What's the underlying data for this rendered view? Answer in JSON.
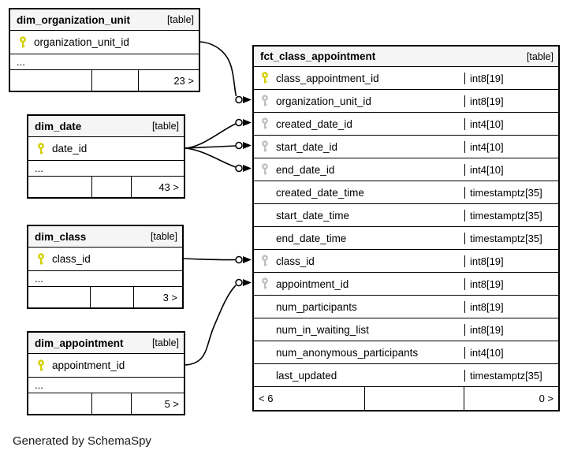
{
  "note": "Generated by SchemaSpy",
  "ellipsis": "...",
  "colors": {
    "background": "#ffffff",
    "table_header_bg": "#f5f5f5",
    "table_border": "#000000",
    "primary_key": "#d4cf00",
    "foreign_key": "#c0c0c0"
  },
  "tables": {
    "dim_organization_unit": {
      "title": "dim_organization_unit",
      "tag": "[table]",
      "pk": "organization_unit_id",
      "more": "...",
      "count": "23 >"
    },
    "dim_date": {
      "title": "dim_date",
      "tag": "[table]",
      "pk": "date_id",
      "more": "...",
      "count": "43 >"
    },
    "dim_class": {
      "title": "dim_class",
      "tag": "[table]",
      "pk": "class_id",
      "more": "...",
      "count": "3 >"
    },
    "dim_appointment": {
      "title": "dim_appointment",
      "tag": "[table]",
      "pk": "appointment_id",
      "more": "...",
      "count": "5 >"
    },
    "fct_class_appointment": {
      "title": "fct_class_appointment",
      "tag": "[table]",
      "columns": [
        {
          "name": "class_appointment_id",
          "type": "int8[19]",
          "key": "pk"
        },
        {
          "name": "organization_unit_id",
          "type": "int8[19]",
          "key": "fk"
        },
        {
          "name": "created_date_id",
          "type": "int4[10]",
          "key": "fk"
        },
        {
          "name": "start_date_id",
          "type": "int4[10]",
          "key": "fk"
        },
        {
          "name": "end_date_id",
          "type": "int4[10]",
          "key": "fk"
        },
        {
          "name": "created_date_time",
          "type": "timestamptz[35]",
          "key": null
        },
        {
          "name": "start_date_time",
          "type": "timestamptz[35]",
          "key": null
        },
        {
          "name": "end_date_time",
          "type": "timestamptz[35]",
          "key": null
        },
        {
          "name": "class_id",
          "type": "int8[19]",
          "key": "fk"
        },
        {
          "name": "appointment_id",
          "type": "int8[19]",
          "key": "fk"
        },
        {
          "name": "num_participants",
          "type": "int8[19]",
          "key": null
        },
        {
          "name": "num_in_waiting_list",
          "type": "int8[19]",
          "key": null
        },
        {
          "name": "num_anonymous_participants",
          "type": "int4[10]",
          "key": null
        },
        {
          "name": "last_updated",
          "type": "timestamptz[35]",
          "key": null
        }
      ],
      "footer_left": "< 6",
      "footer_right": "0 >"
    }
  },
  "relationships": [
    {
      "from_table": "dim_organization_unit",
      "from_column": "organization_unit_id",
      "to_table": "fct_class_appointment",
      "to_column": "organization_unit_id"
    },
    {
      "from_table": "dim_date",
      "from_column": "date_id",
      "to_table": "fct_class_appointment",
      "to_column": "created_date_id"
    },
    {
      "from_table": "dim_date",
      "from_column": "date_id",
      "to_table": "fct_class_appointment",
      "to_column": "start_date_id"
    },
    {
      "from_table": "dim_date",
      "from_column": "date_id",
      "to_table": "fct_class_appointment",
      "to_column": "end_date_id"
    },
    {
      "from_table": "dim_class",
      "from_column": "class_id",
      "to_table": "fct_class_appointment",
      "to_column": "class_id"
    },
    {
      "from_table": "dim_appointment",
      "from_column": "appointment_id",
      "to_table": "fct_class_appointment",
      "to_column": "appointment_id"
    }
  ]
}
